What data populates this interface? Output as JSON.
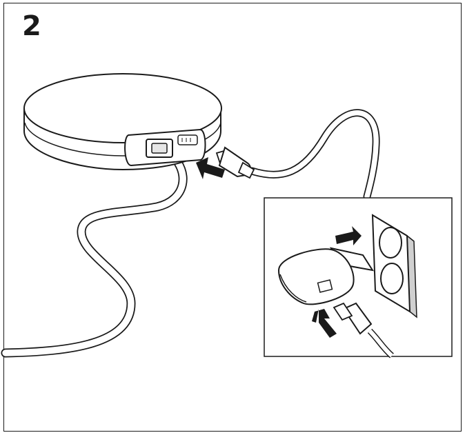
{
  "step": {
    "number": "2"
  },
  "colors": {
    "line": "#1a1a1a",
    "fill": "#ffffff",
    "shade": "#e6e6e6",
    "arrow": "#1a1a1a"
  },
  "icons": [
    "wireless-charger-pad",
    "usb-c-plug",
    "charger-cable",
    "usb-power-adapter",
    "usb-a-plug",
    "wall-socket",
    "insert-arrow"
  ]
}
